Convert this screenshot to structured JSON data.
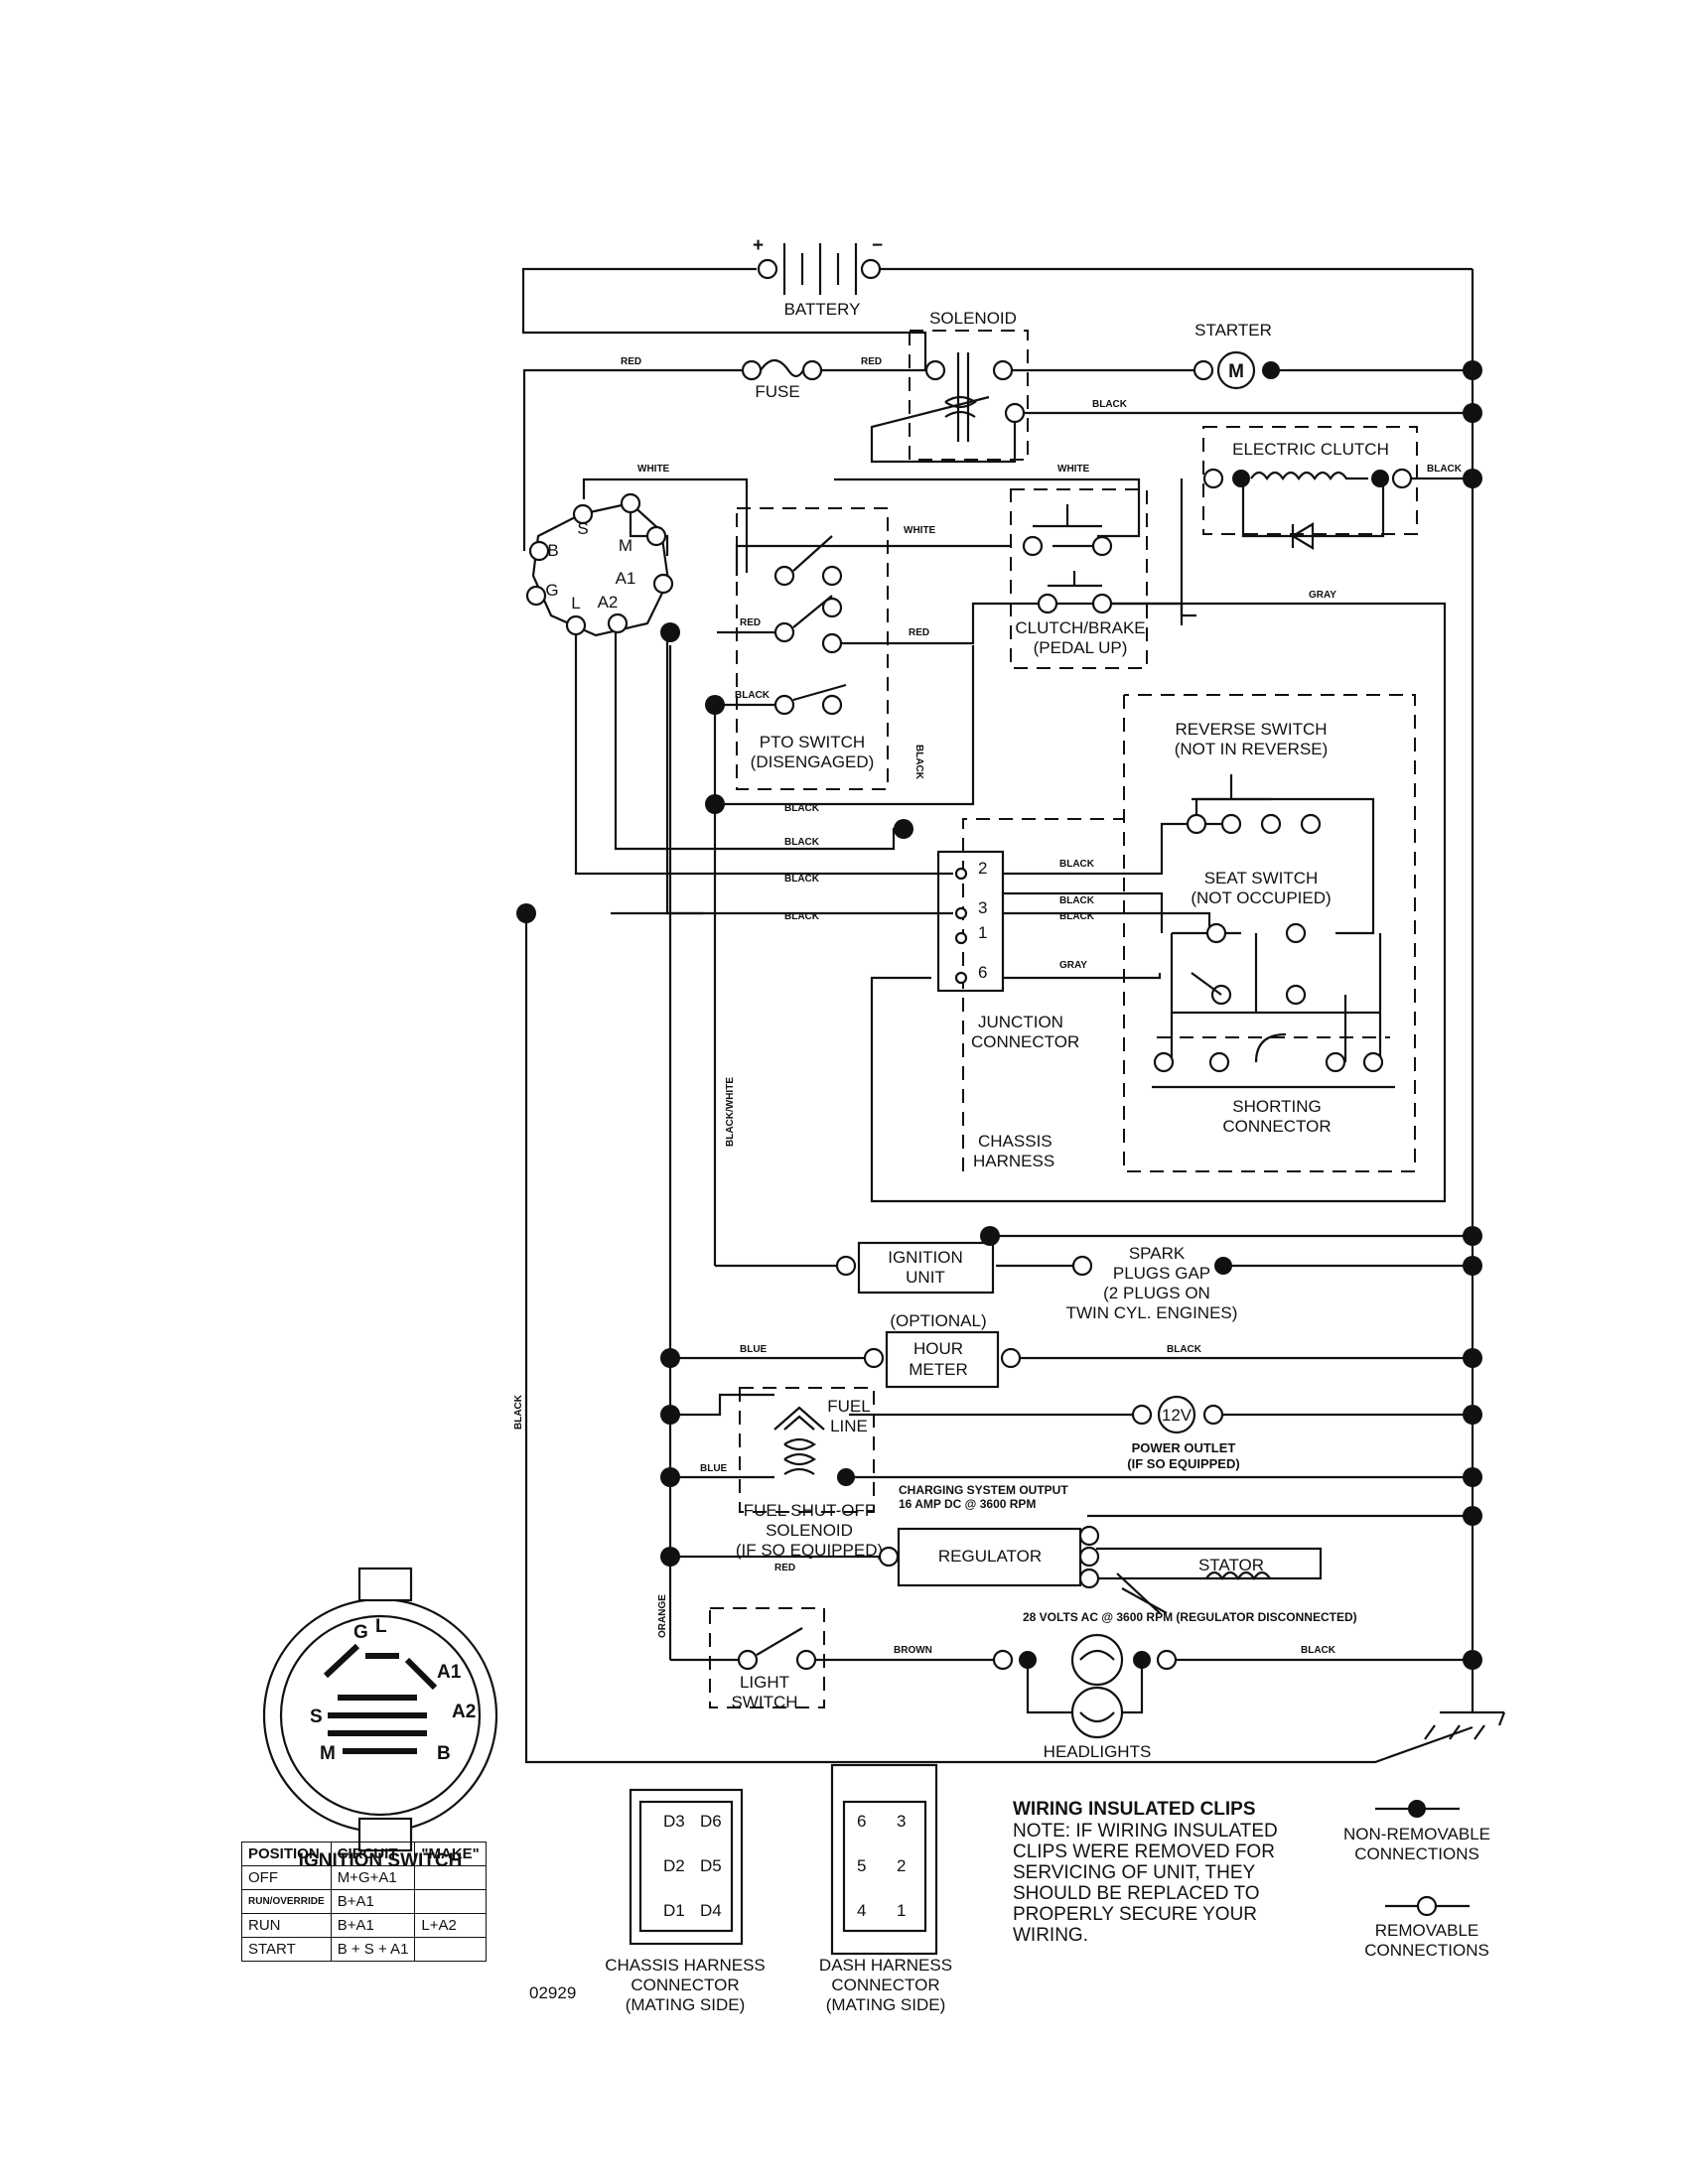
{
  "components": {
    "battery": "BATTERY",
    "battery_plus": "+",
    "battery_minus": "−",
    "solenoid": "SOLENOID",
    "starter": "STARTER",
    "starter_symbol": "M",
    "fuse": "FUSE",
    "electric_clutch": "ELECTRIC CLUTCH",
    "clutch_brake": [
      "CLUTCH/BRAKE",
      "(PEDAL UP)"
    ],
    "pto_switch": [
      "PTO SWITCH",
      "(DISENGAGED)"
    ],
    "reverse_switch": [
      "REVERSE SWITCH",
      "(NOT IN REVERSE)"
    ],
    "seat_switch": [
      "SEAT SWITCH",
      "(NOT OCCUPIED)"
    ],
    "junction_connector": [
      "JUNCTION",
      "CONNECTOR"
    ],
    "shorting_connector": [
      "SHORTING",
      "CONNECTOR"
    ],
    "chassis_harness": [
      "CHASSIS",
      "HARNESS"
    ],
    "ignition_unit": [
      "IGNITION",
      "UNIT"
    ],
    "spark_plugs": [
      "SPARK",
      "PLUGS GAP",
      "(2 PLUGS ON",
      "TWIN CYL. ENGINES)"
    ],
    "hour_meter": [
      "(OPTIONAL)",
      "HOUR",
      "METER"
    ],
    "fuel_line": [
      "FUEL",
      "LINE"
    ],
    "power_outlet": [
      "POWER OUTLET",
      "(IF SO EQUIPPED)"
    ],
    "power_outlet_symbol": "12V",
    "fuel_shutoff": [
      "FUEL SHUT-OFF",
      "SOLENOID",
      "(IF SO EQUIPPED)"
    ],
    "charging_output": [
      "CHARGING SYSTEM OUTPUT",
      "16 AMP DC @ 3600 RPM"
    ],
    "regulator": "REGULATOR",
    "stator": "STATOR",
    "stator_note": "28 VOLTS AC @ 3600 RPM (REGULATOR DISCONNECTED)",
    "light_switch": [
      "LIGHT",
      "SWITCH"
    ],
    "headlights": "HEADLIGHTS",
    "junction_pins": [
      "2",
      "3",
      "1",
      "6"
    ],
    "ignition_terminals": [
      "S",
      "M",
      "A1",
      "A2",
      "L",
      "G",
      "B"
    ]
  },
  "wire_colors": {
    "red": "RED",
    "white": "WHITE",
    "black": "BLACK",
    "gray": "GRAY",
    "blue": "BLUE",
    "brown": "BROWN",
    "orange": "ORANGE",
    "black_white": "BLACK/WHITE"
  },
  "ignition_switch": {
    "title": "IGNITION SWITCH",
    "face_terminals": [
      "G",
      "L",
      "A1",
      "A2",
      "S",
      "M",
      "B"
    ],
    "headers": [
      "POSITION",
      "CIRCUIT",
      "\"MAKE\""
    ],
    "rows": [
      {
        "position": "OFF",
        "circuit": "M+G+A1",
        "make": ""
      },
      {
        "position": "RUN/OVERRIDE",
        "circuit": "B+A1",
        "make": ""
      },
      {
        "position": "RUN",
        "circuit": "B+A1",
        "make": "L+A2"
      },
      {
        "position": "START",
        "circuit": "B + S + A1",
        "make": ""
      }
    ]
  },
  "diagram_number": "02929",
  "chassis_connector": {
    "pins": [
      "D3",
      "D6",
      "D2",
      "D5",
      "D1",
      "D4"
    ],
    "caption": [
      "CHASSIS HARNESS",
      "CONNECTOR",
      "(MATING SIDE)"
    ]
  },
  "dash_connector": {
    "pins": [
      "6",
      "3",
      "5",
      "2",
      "4",
      "1"
    ],
    "caption": [
      "DASH HARNESS",
      "CONNECTOR",
      "(MATING SIDE)"
    ]
  },
  "note": {
    "title": "WIRING INSULATED CLIPS",
    "lines": [
      "NOTE: IF WIRING INSULATED",
      "CLIPS WERE REMOVED FOR",
      "SERVICING OF UNIT, THEY",
      "SHOULD BE REPLACED TO",
      "PROPERLY SECURE YOUR",
      "WIRING."
    ]
  },
  "legend": {
    "non_removable": [
      "NON-REMOVABLE",
      "CONNECTIONS"
    ],
    "removable": [
      "REMOVABLE",
      "CONNECTIONS"
    ]
  }
}
